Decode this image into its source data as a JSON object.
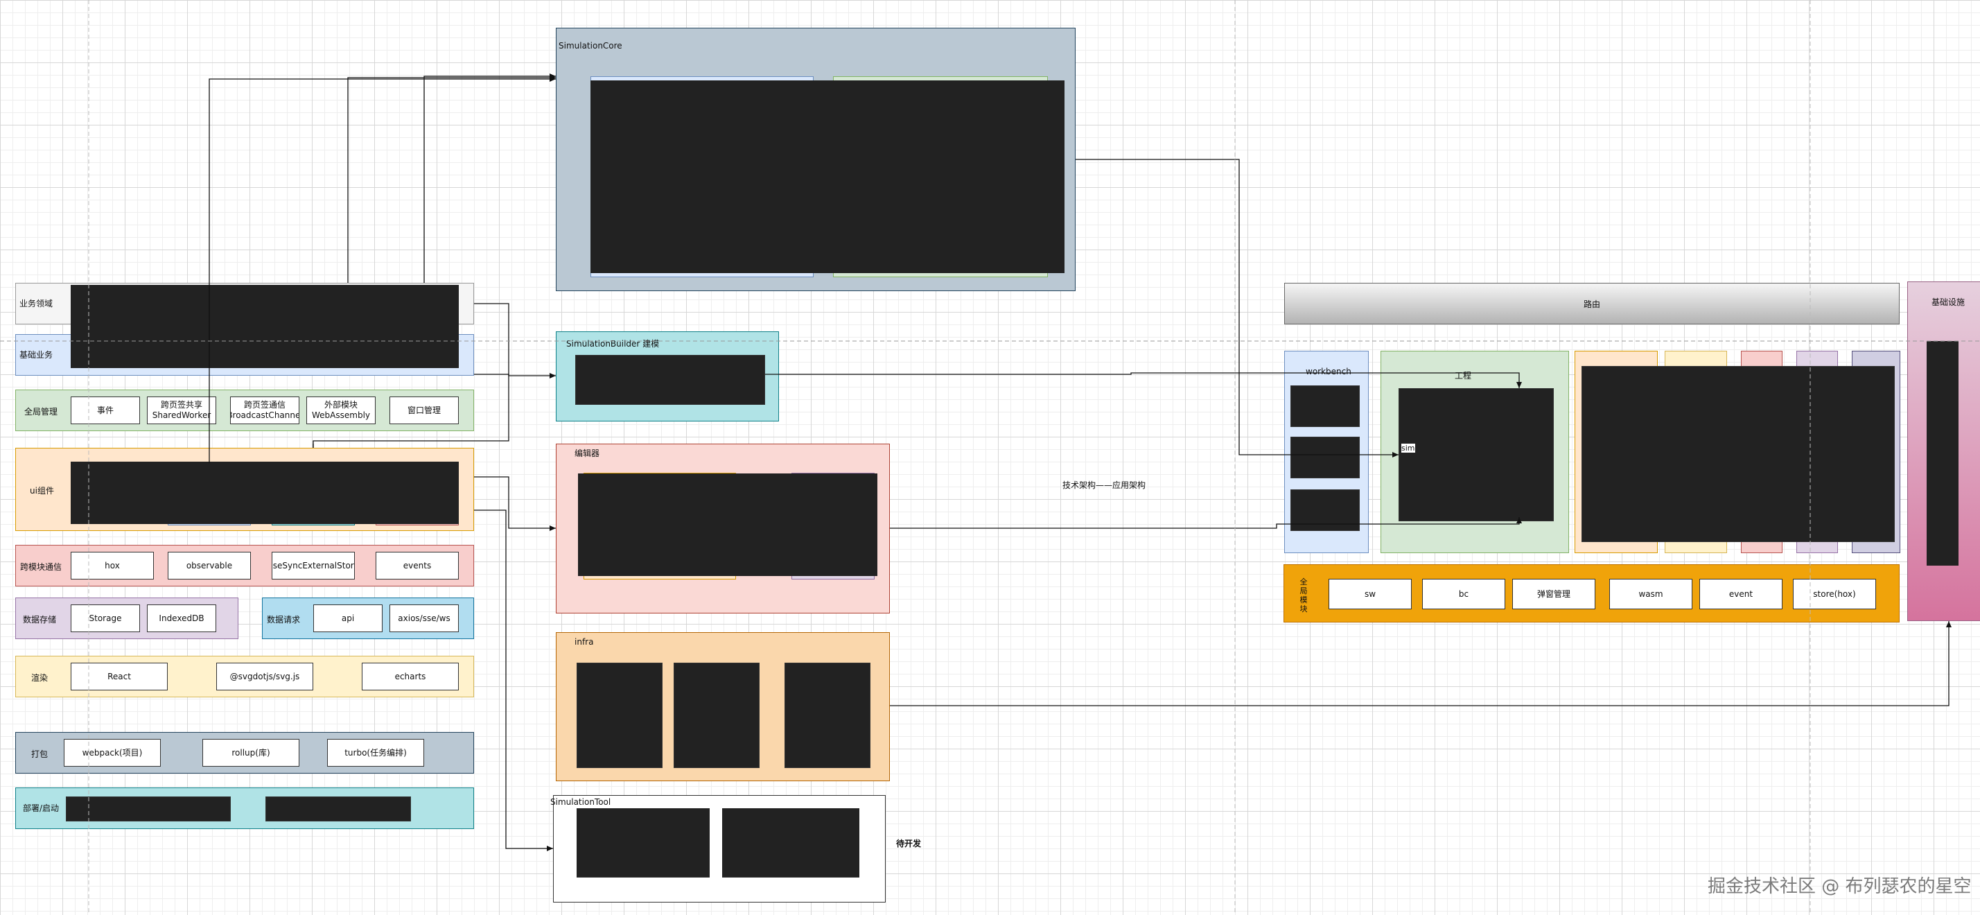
{
  "left_layers": {
    "business_domain": {
      "label": "业务领域"
    },
    "basic_business": {
      "label": "基础业务"
    },
    "global_mgmt": {
      "label": "全局管理",
      "items": [
        "事件",
        "跨页签共享\nSharedWorker",
        "跨页签通信\nBroadcastChannel",
        "外部模块\nWebAssembly",
        "窗口管理"
      ]
    },
    "ui_components": {
      "label": "ui组件"
    },
    "cross_module": {
      "label": "跨模块通信",
      "items": [
        "hox",
        "observable",
        "useSyncExternalStore",
        "events"
      ]
    },
    "data_storage": {
      "label": "数据存储",
      "items": [
        "Storage",
        "IndexedDB"
      ]
    },
    "data_request": {
      "label": "数据请求",
      "items": [
        "api",
        "axios/sse/ws"
      ]
    },
    "render": {
      "label": "渲染",
      "items": [
        "React",
        "@svgdotjs/svg.js",
        "echarts"
      ]
    },
    "bundle": {
      "label": "打包",
      "items": [
        "webpack(项目)",
        "rollup(库)",
        "turbo(任务编排)"
      ]
    },
    "deploy": {
      "label": "部署/启动"
    }
  },
  "middle_modules": {
    "simulation_core": {
      "label": "SimulationCore"
    },
    "simulation_builder": {
      "label": "SimulationBuilder 建模"
    },
    "editor": {
      "label": "编辑器"
    },
    "infra": {
      "label": "infra"
    },
    "simulation_tool": {
      "label": "SimulationTool",
      "note": "待开发"
    }
  },
  "center_caption": "技术架构——应用架构",
  "right_arch": {
    "router": {
      "label": "路由"
    },
    "workbench": {
      "label": "workbench"
    },
    "project": {
      "label": "工程",
      "sub": "sim"
    },
    "global_modules": {
      "label": "全局模块",
      "items": [
        "sw",
        "bc",
        "弹窗管理",
        "wasm",
        "event",
        "store(hox)"
      ]
    },
    "infra_right": {
      "label": "基础设施"
    }
  },
  "watermark": "掘金技术社区 @ 布列瑟农的星空",
  "colors": {
    "blue": "#dae8fc",
    "green": "#d5e8d4",
    "orange": "#ffe6cc",
    "red": "#f8cecc",
    "purple": "#e1d5e7",
    "cyan": "#b0e3e6",
    "yellow": "#fff2cc",
    "slate": "#bac8d3",
    "amber": "#f0a30a",
    "pink": "#e6a0c4"
  }
}
